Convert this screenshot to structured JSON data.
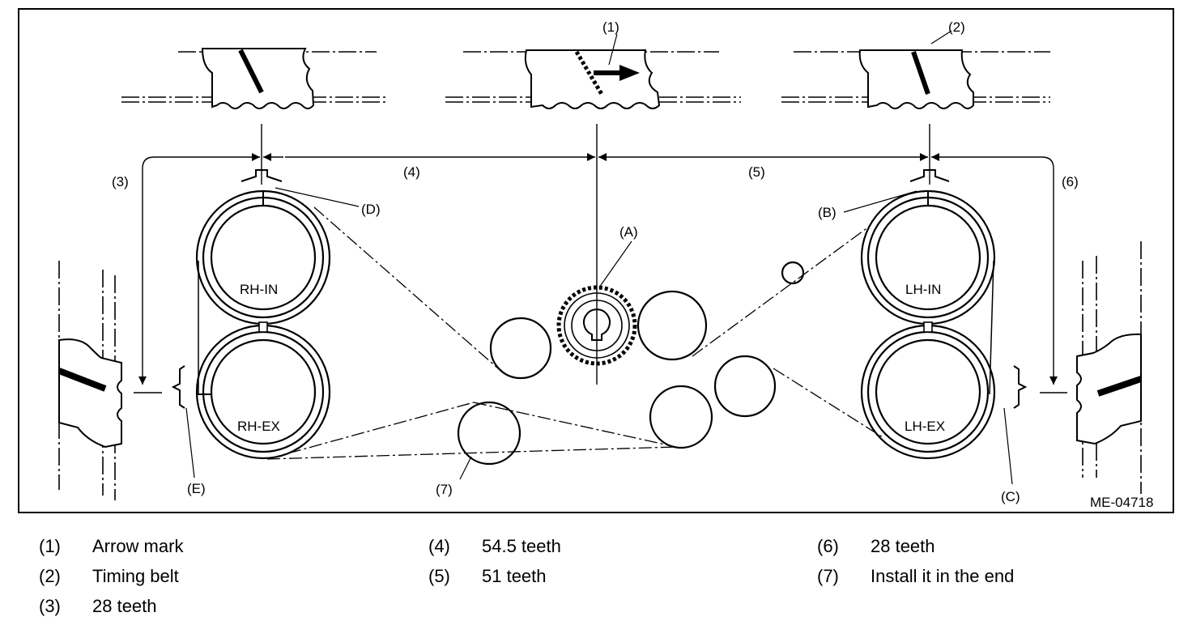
{
  "figure_code": "ME-04718",
  "callouts": {
    "c1": "(1)",
    "c2": "(2)",
    "c3": "(3)",
    "c4": "(4)",
    "c5": "(5)",
    "c6": "(6)",
    "c7": "(7)",
    "cA": "(A)",
    "cB": "(B)",
    "cC": "(C)",
    "cD": "(D)",
    "cE": "(E)"
  },
  "pulleys": {
    "rh_in": "RH-IN",
    "rh_ex": "RH-EX",
    "lh_in": "LH-IN",
    "lh_ex": "LH-EX"
  },
  "legend": [
    {
      "num": "(1)",
      "text": "Arrow mark"
    },
    {
      "num": "(2)",
      "text": "Timing belt"
    },
    {
      "num": "(3)",
      "text": "28 teeth"
    },
    {
      "num": "(4)",
      "text": "54.5 teeth"
    },
    {
      "num": "(5)",
      "text": "51 teeth"
    },
    {
      "num": "(6)",
      "text": "28 teeth"
    },
    {
      "num": "(7)",
      "text": "Install it in the end"
    }
  ]
}
